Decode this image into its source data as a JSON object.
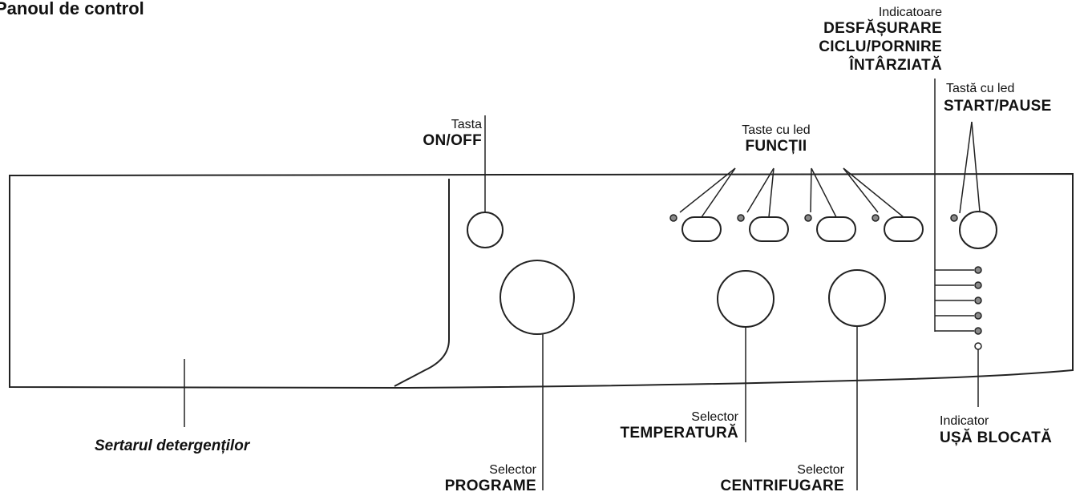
{
  "title": "Panoul de control",
  "labels": {
    "drawer": "Sertarul detergenților",
    "on_off_small": "Tasta",
    "on_off_big": "ON/OFF",
    "functions_small": "Taste cu led",
    "functions_big": "FUNCȚII",
    "indicators_small": "Indicatoare",
    "indicators_big_1": "DESFĂȘURARE",
    "indicators_big_2": "CICLU/PORNIRE",
    "indicators_big_3": "ÎNTÂRZIATĂ",
    "start_small": "Tastă cu led",
    "start_big": "START/PAUSE",
    "programs_small": "Selector",
    "programs_big": "PROGRAME",
    "temperature_small": "Selector",
    "temperature_big": "TEMPERATURĂ",
    "spin_small": "Selector",
    "spin_big": "CENTRIFUGARE",
    "door_small": "Indicator",
    "door_big": "UȘĂ BLOCATĂ"
  },
  "colors": {
    "line": "#222222",
    "led_fill": "#8a8a8a"
  }
}
